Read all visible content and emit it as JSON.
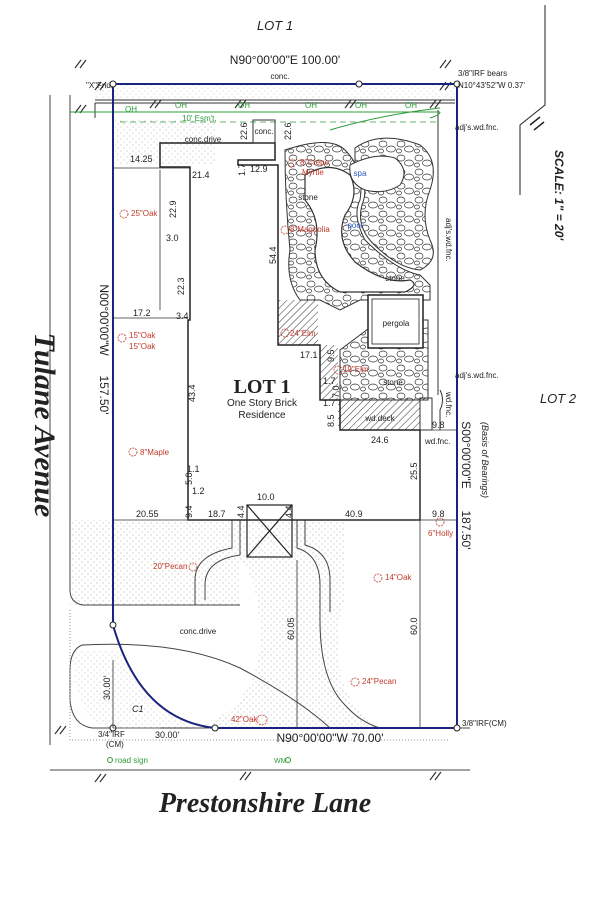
{
  "labels": {
    "lot_north": "LOT 1",
    "lot_east": "LOT 2",
    "lot_main": "LOT 1",
    "residence_line1": "One Story Brick",
    "residence_line2": "Residence",
    "street_west": "Tulane Avenue",
    "street_south": "Prestonshire Lane",
    "scale": "SCALE: 1\" = 20'"
  },
  "bearings": {
    "north": "N90°00'00\"E   100.00'",
    "west_bearing": "N00°00'00\"W",
    "west_distance": "157.50'",
    "east_bearing": "S00°00'00\"E",
    "east_distance": "187.50'",
    "basis": "(Basis of Bearings)",
    "south": "N90°00'00\"W   70.00'"
  },
  "corners": {
    "nw": "\"X\"Fnd.",
    "ne_line1": "3/8\"IRF bears",
    "ne_line2": "N10°43'52\"W  0.37'",
    "se": "3/8\"IRF(CM)",
    "sw_line1": "3/4\"IRF",
    "sw_line2": "(CM)"
  },
  "features": {
    "conc_top": "conc.",
    "conc_small": "conc.",
    "conc_drive_n": "conc.drive",
    "conc_drive_s": "conc.drive",
    "oh": "OH",
    "esmt": "10' Esm't.",
    "adj_fnc_top": "adj's.wd.fnc.",
    "adj_fnc_mid": "adj's.wd.fnc.",
    "adj_fnc_low": "adj's.wd.fnc.",
    "wd_fnc_1": "wd.fnc.",
    "wd_fnc_2": "wd.fnc.",
    "spa": "spa",
    "pool": "pool",
    "stone_1": "stone",
    "stone_2": "stone",
    "stone_3": "stone",
    "pergola": "pergola",
    "wd_deck": "wd.deck",
    "curve": "C1",
    "road_sign": "road sign",
    "wm": "WM"
  },
  "trees": [
    "8\"Crepe",
    "Myrtle",
    "8\"Magnolia",
    "25\"Oak",
    "15\"Oak",
    "15\"Oak",
    "24\"Elm",
    "19\"Elm",
    "8\"Maple",
    "20\"Pecan",
    "14\"Oak",
    "6\"Holly",
    "24\"Pecan",
    "42\"Oak"
  ],
  "dimensions": [
    "14.25",
    "21.4",
    "1.7",
    "12.9",
    "22.6",
    "22.6",
    "22.9",
    "3.0",
    "22.3",
    "17.2",
    "3.4",
    "54.4",
    "17.1",
    "9.5",
    "1.7",
    "7.0",
    "1.7",
    "8.5",
    "24.6",
    "9.8",
    "43.4",
    "1.1",
    "5.0",
    "1.2",
    "9.4",
    "10.0",
    "20.55",
    "18.7",
    "4.4",
    "4.4",
    "40.9",
    "9.8",
    "25.5",
    "60.05",
    "60.0",
    "30.00'",
    "30.00'"
  ]
}
